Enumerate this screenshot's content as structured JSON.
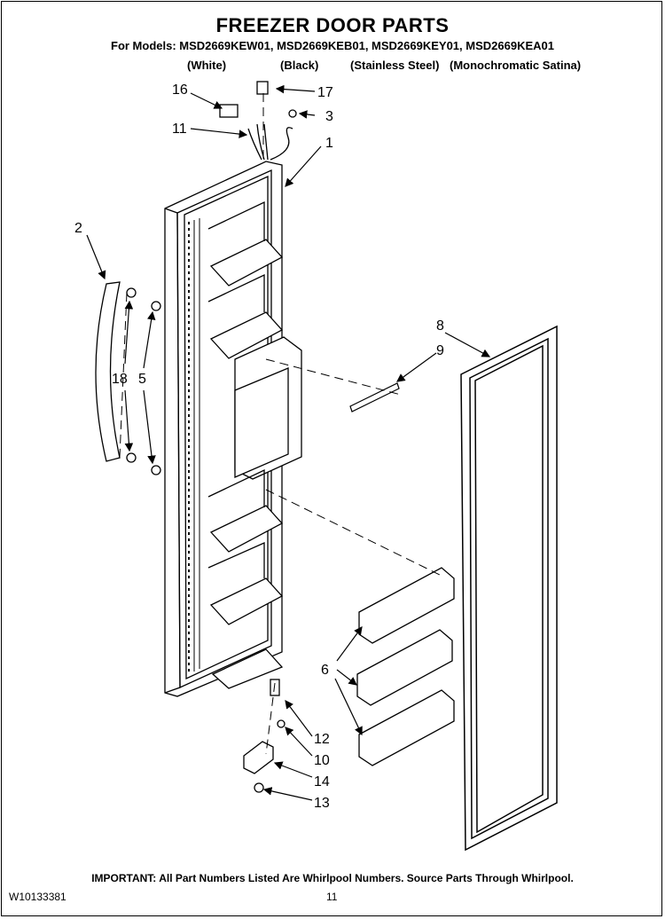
{
  "header": {
    "title": "FREEZER DOOR PARTS",
    "models_line": "For Models: MSD2669KEW01, MSD2669KEB01, MSD2669KEY01, MSD2669KEA01",
    "variants": [
      "(White)",
      "(Black)",
      "(Stainless Steel)",
      "(Monochromatic Satina)"
    ]
  },
  "callouts": {
    "c1": "1",
    "c2": "2",
    "c3": "3",
    "c5": "5",
    "c6": "6",
    "c8": "8",
    "c9": "9",
    "c10": "10",
    "c11": "11",
    "c12": "12",
    "c13": "13",
    "c14": "14",
    "c16": "16",
    "c17": "17",
    "c18": "18"
  },
  "footer": {
    "notice": "IMPORTANT: All Part Numbers Listed Are Whirlpool Numbers. Source Parts Through Whirlpool.",
    "doc_number": "W10133381",
    "page_number": "11"
  }
}
